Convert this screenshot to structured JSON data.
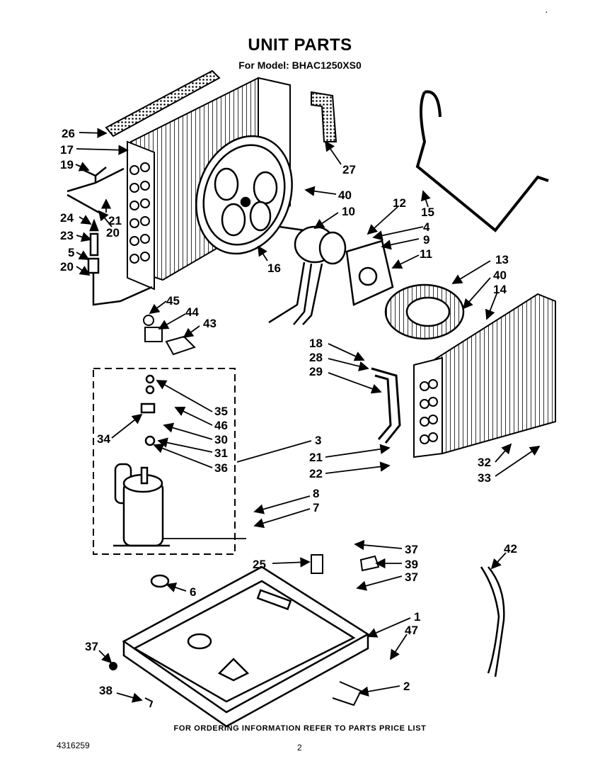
{
  "header": {
    "title": "UNIT PARTS",
    "subtitle": "For Model: BHAC1250XS0"
  },
  "callouts": [
    {
      "id": "c26a",
      "text": "26"
    },
    {
      "id": "c17",
      "text": "17"
    },
    {
      "id": "c19",
      "text": "19"
    },
    {
      "id": "c21a",
      "text": "21"
    },
    {
      "id": "c24",
      "text": "24"
    },
    {
      "id": "c20a",
      "text": "20"
    },
    {
      "id": "c23",
      "text": "23"
    },
    {
      "id": "c5",
      "text": "5"
    },
    {
      "id": "c20b",
      "text": "20"
    },
    {
      "id": "c27",
      "text": "27"
    },
    {
      "id": "c40a",
      "text": "40"
    },
    {
      "id": "c10",
      "text": "10"
    },
    {
      "id": "c16",
      "text": "16"
    },
    {
      "id": "c12",
      "text": "12"
    },
    {
      "id": "c15",
      "text": "15"
    },
    {
      "id": "c4",
      "text": "4"
    },
    {
      "id": "c9",
      "text": "9"
    },
    {
      "id": "c11",
      "text": "11"
    },
    {
      "id": "c13",
      "text": "13"
    },
    {
      "id": "c40b",
      "text": "40"
    },
    {
      "id": "c14",
      "text": "14"
    },
    {
      "id": "c45",
      "text": "45"
    },
    {
      "id": "c44",
      "text": "44"
    },
    {
      "id": "c43",
      "text": "43"
    },
    {
      "id": "c18",
      "text": "18"
    },
    {
      "id": "c28",
      "text": "28"
    },
    {
      "id": "c29",
      "text": "29"
    },
    {
      "id": "c35",
      "text": "35"
    },
    {
      "id": "c46",
      "text": "46"
    },
    {
      "id": "c34",
      "text": "34"
    },
    {
      "id": "c30",
      "text": "30"
    },
    {
      "id": "c31",
      "text": "31"
    },
    {
      "id": "c3",
      "text": "3"
    },
    {
      "id": "c36",
      "text": "36"
    },
    {
      "id": "c21b",
      "text": "21"
    },
    {
      "id": "c22",
      "text": "22"
    },
    {
      "id": "c32",
      "text": "32"
    },
    {
      "id": "c33",
      "text": "33"
    },
    {
      "id": "c8",
      "text": "8"
    },
    {
      "id": "c7",
      "text": "7"
    },
    {
      "id": "c37a",
      "text": "37"
    },
    {
      "id": "c25",
      "text": "25"
    },
    {
      "id": "c39",
      "text": "39"
    },
    {
      "id": "c37b",
      "text": "37"
    },
    {
      "id": "c42",
      "text": "42"
    },
    {
      "id": "c6",
      "text": "6"
    },
    {
      "id": "c1",
      "text": "1"
    },
    {
      "id": "c47",
      "text": "47"
    },
    {
      "id": "c37c",
      "text": "37"
    },
    {
      "id": "c2",
      "text": "2"
    },
    {
      "id": "c38",
      "text": "38"
    }
  ],
  "footer": {
    "note": "FOR ORDERING INFORMATION REFER TO PARTS PRICE LIST",
    "doc_number": "4316259",
    "page_number": "2",
    "corner_mark": "·"
  }
}
